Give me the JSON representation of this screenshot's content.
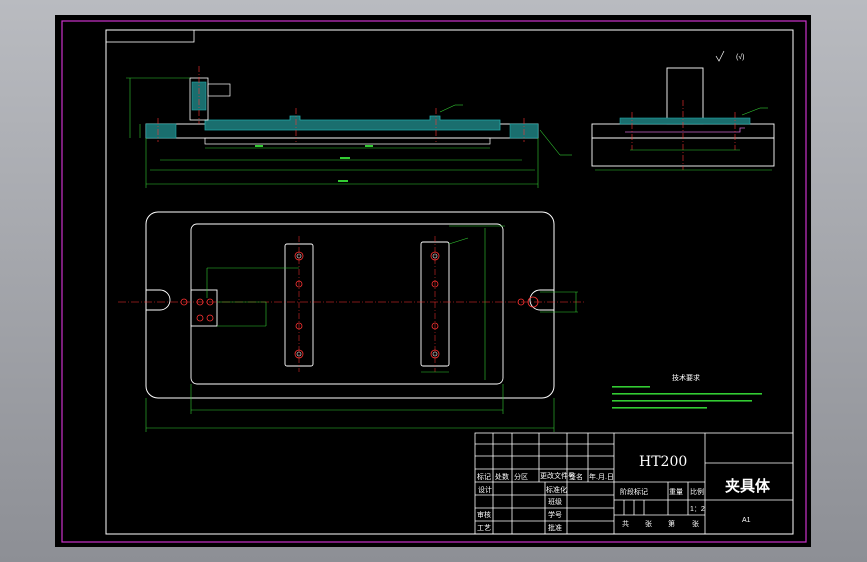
{
  "drawing": {
    "material": "HT200",
    "part_name": "夹具体",
    "sheet_size": "A1",
    "scale": "1：2",
    "surface_mark": "(√)"
  },
  "title_block": {
    "rev_row": [
      "标记",
      "处数",
      "分区",
      "更改文件号",
      "签名",
      "年.月.日"
    ],
    "label_design": "设计",
    "label_standard": "标准化",
    "label_review": "审核",
    "label_process": "工艺",
    "label_date": "批准",
    "label_school": "班级",
    "label_student_no": "学号",
    "label_stage": "阶段标记",
    "label_weight": "重量",
    "label_ratio": "比例",
    "footer": [
      "共",
      "张",
      "第",
      "张"
    ]
  },
  "tech_requirements": {
    "title": "技术要求"
  },
  "colors": {
    "frame": "#cc33cc",
    "geometry": "#ffffff",
    "dims": "#33cc33",
    "center": "#ff3333",
    "hatch": "#22aaaa",
    "hidden": "#cc66cc"
  }
}
